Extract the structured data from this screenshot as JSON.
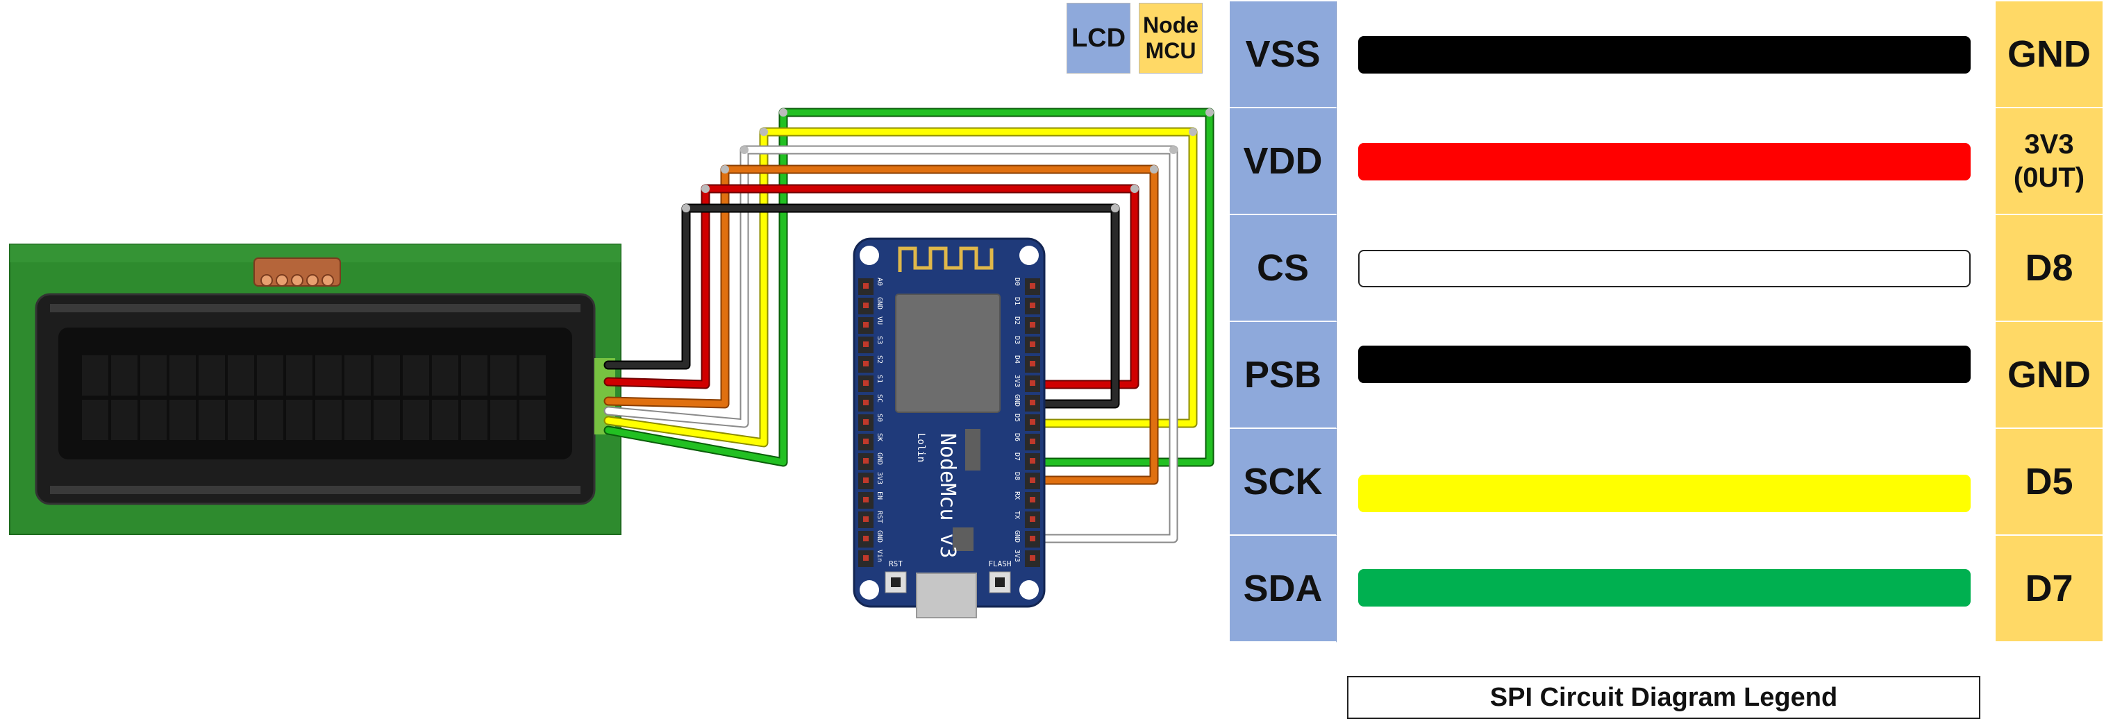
{
  "legend": {
    "title": "SPI Circuit Diagram Legend",
    "key_lcd": "LCD",
    "key_mcu": "Node\nMCU",
    "rows": [
      {
        "lcd_pin": "VSS",
        "mcu_pin": "GND",
        "wire_color": "#000000"
      },
      {
        "lcd_pin": "VDD",
        "mcu_pin": "3V3\n(0UT)",
        "wire_color": "#ff0000"
      },
      {
        "lcd_pin": "CS",
        "mcu_pin": "D8",
        "wire_color": "#ffffff"
      },
      {
        "lcd_pin": "PSB",
        "mcu_pin": "GND",
        "wire_color": "#000000"
      },
      {
        "lcd_pin": "SCK",
        "mcu_pin": "D5",
        "wire_color": "#ffff00"
      },
      {
        "lcd_pin": "SDA",
        "mcu_pin": "D7",
        "wire_color": "#00b050"
      }
    ]
  },
  "board": {
    "name": "NodeMcu  v3",
    "maker": "Lolin",
    "rst_label": "RST",
    "flash_label": "FLASH",
    "left_pins": [
      "A0",
      "GND",
      "VU",
      "S3",
      "S2",
      "S1",
      "SC",
      "S0",
      "SK",
      "GND",
      "3V3",
      "EN",
      "RST",
      "GND",
      "Vin"
    ],
    "right_pins": [
      "D0",
      "D1",
      "D2",
      "D3",
      "D4",
      "3V3",
      "GND",
      "D5",
      "D6",
      "D7",
      "D8",
      "RX",
      "TX",
      "GND",
      "3V3"
    ]
  },
  "colors": {
    "lcd_pcb": "#2e8b2e",
    "board_blue": "#1f3a7a",
    "lcd_header_bg": "#8ea9db",
    "mcu_header_bg": "#ffd966"
  }
}
